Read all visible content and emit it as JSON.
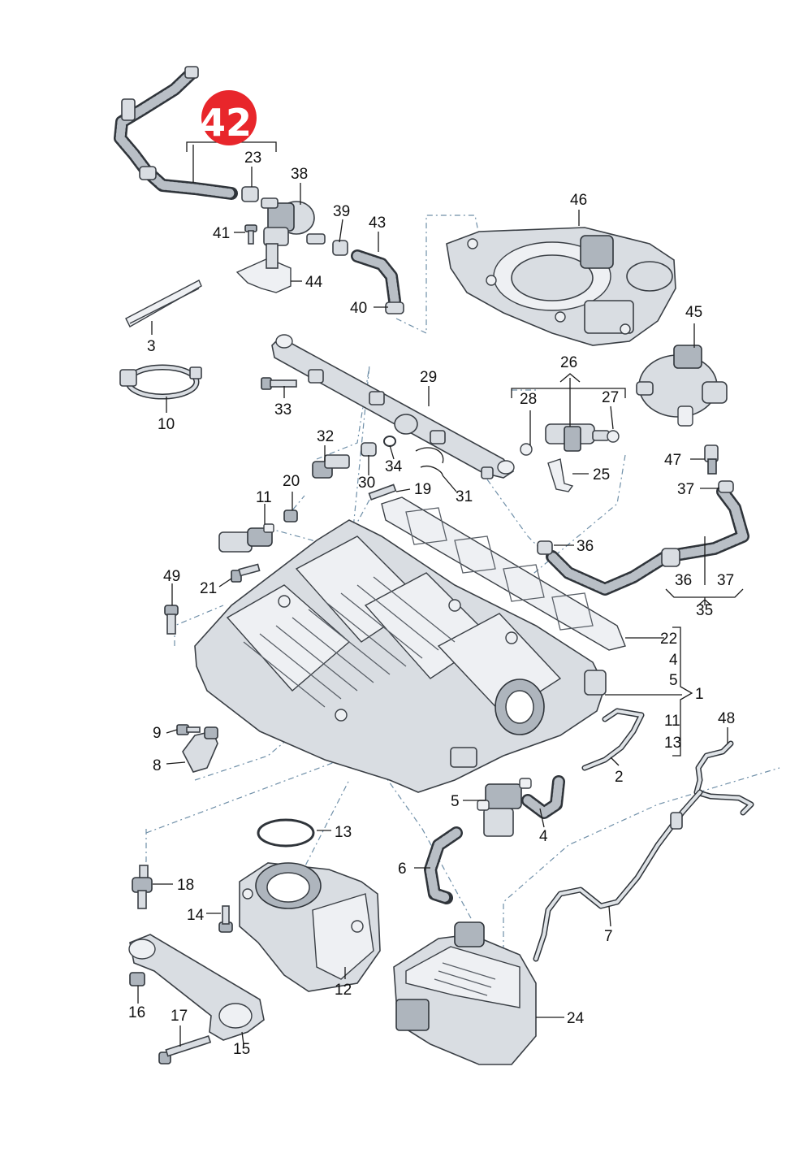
{
  "diagram": {
    "highlight": {
      "label": "42",
      "color": "#e8262b"
    },
    "labels": {
      "l1": "1",
      "l2": "2",
      "l3": "3",
      "l4a": "4",
      "l4b": "4",
      "l5a": "5",
      "l5b": "5",
      "l6": "6",
      "l7": "7",
      "l8": "8",
      "l9": "9",
      "l10": "10",
      "l11a": "11",
      "l11b": "11",
      "l12": "12",
      "l13a": "13",
      "l13b": "13",
      "l14": "14",
      "l15": "15",
      "l16": "16",
      "l17": "17",
      "l18": "18",
      "l19": "19",
      "l20": "20",
      "l21": "21",
      "l22": "22",
      "l23": "23",
      "l24": "24",
      "l25": "25",
      "l26": "26",
      "l27": "27",
      "l28": "28",
      "l29": "29",
      "l30": "30",
      "l31": "31",
      "l32": "32",
      "l33": "33",
      "l34": "34",
      "l35": "35",
      "l36a": "36",
      "l36b": "36",
      "l37a": "37",
      "l37b": "37",
      "l38": "38",
      "l39": "39",
      "l40": "40",
      "l41": "41",
      "l43": "43",
      "l44": "44",
      "l45": "45",
      "l46": "46",
      "l47": "47",
      "l48": "48",
      "l49": "49"
    }
  }
}
